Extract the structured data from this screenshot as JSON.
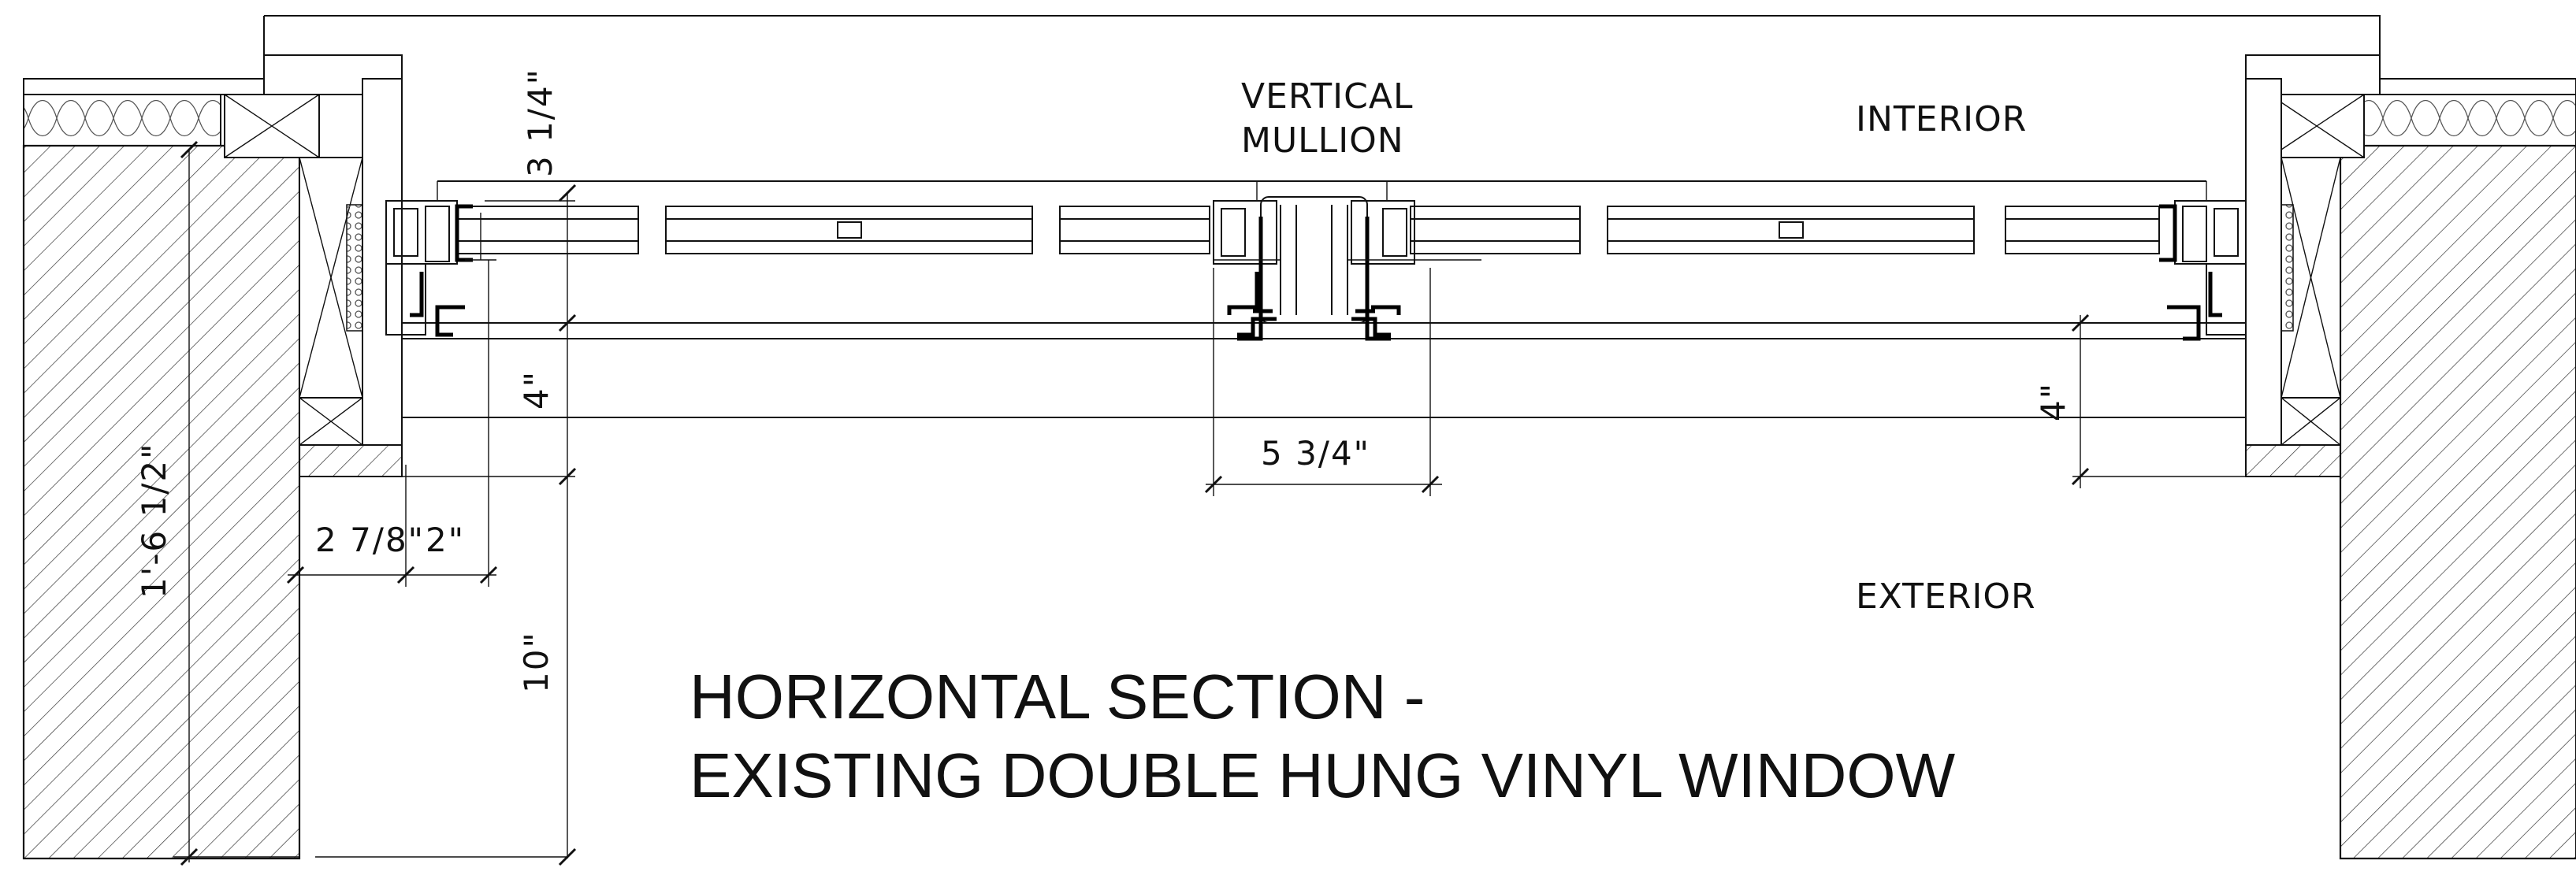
{
  "title": {
    "line1": "HORIZONTAL SECTION -",
    "line2": "EXISTING DOUBLE HUNG VINYL WINDOW"
  },
  "labels": {
    "mullion_line1": "VERTICAL",
    "mullion_line2": "MULLION",
    "interior": "INTERIOR",
    "exterior": "EXTERIOR"
  },
  "dimensions": {
    "wall_depth": "1'-6 1/2\"",
    "sash_3_1_4": "3 1/4\"",
    "left_4": "4\"",
    "right_4": "4\"",
    "mullion_width": "5 3/4\"",
    "jamb_2_7_8": "2 7/8\"",
    "jamb_2": "2\"",
    "exterior_10": "10\""
  }
}
